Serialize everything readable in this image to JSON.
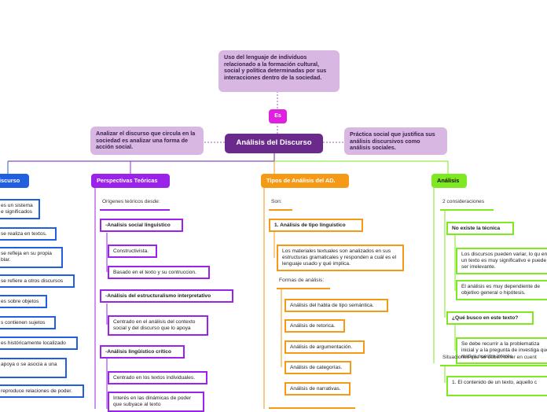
{
  "central": "Análisis del Discurso",
  "es_label": "Es",
  "top_bubble": "Uso del lenguaje de individuos relacionado a la formación cultural, social y política determinadas por sus interacciones dentro de la sociedad.",
  "left_bubble": "Analizar el discurso que circula en la sociedad es analizar una forma de acción social.",
  "right_bubble": "Práctica social que justifica sus análisis discursivos como análisis sociales.",
  "colors": {
    "central": "#6a2a8c",
    "bubble": "#d8b8e2",
    "es": "#e020e0",
    "blue": "#1f5fe0",
    "purple": "#9b22e8",
    "orange": "#f59a16",
    "green": "#7ee821"
  },
  "branches": {
    "discurso": {
      "title": "iscurso",
      "items": [
        "es un sistema\ne significados",
        "se realiza en textos.",
        "se refleja en su propia\nblar.",
        "se refiere a otros discursos",
        "es sobre objetos",
        "s contienen sujetos",
        "es históricamente localizado",
        "apoya o se asocia a una",
        "reproduce relaciones de poder."
      ]
    },
    "perspectivas": {
      "title": "Perspectivas Teóricas",
      "subtitle": "Orígenes teóricos desde:",
      "groups": [
        {
          "label": "-Analisis social linguistico",
          "children": [
            "Constructivista.",
            "Basado en el texto y su contruccion."
          ]
        },
        {
          "label": "-Análisis del estructuralismo interpretativo",
          "children": [
            "Centrado en el análisis del contexto social y del discurso que lo apoya"
          ]
        },
        {
          "label": "-Análisis lingüístico crítico",
          "children": [
            "Centrado en los textos individuales.",
            "Interés en las dinámicas de poder que subyace al texto"
          ]
        }
      ]
    },
    "tipos": {
      "title": "Tipos de Análisis del AD.",
      "subtitle": "Son:",
      "first": "1. Análisis de tipo linguistico",
      "first_desc": "Los materiales textuales son analizados en sus estructuras gramaticales y responden a cuál es el lenguaje usado y qué implica.",
      "formas_label": "Formas de análisis:",
      "formas": [
        "Análisis del habla de tipo semántica.",
        "Análisis de retorica.",
        "Análisis de argumentación.",
        "Análisis de categorías.",
        "Análisis de narrativas."
      ]
    },
    "analisis": {
      "title": "Análisis",
      "subtitle": "2 consideraciones",
      "q1": "No existe la técnica",
      "q1_items": [
        "Los discursos pueden variar, lo qu en un texto es muy significativo e puede ser irrelevante.",
        "El análisis es muy dependiente de objetivo general o hipótesis."
      ],
      "q2": "¿Qué busco en este texto?",
      "q2_items": [
        "Se debe recurrir a la problematiza inicial y a la pregunta de investiga que motiva nuestro interés."
      ],
      "situaciones": "Situaciones que se deben tener en cuent",
      "situaciones_item": "1. El contenido de un texto, aquello c"
    }
  }
}
